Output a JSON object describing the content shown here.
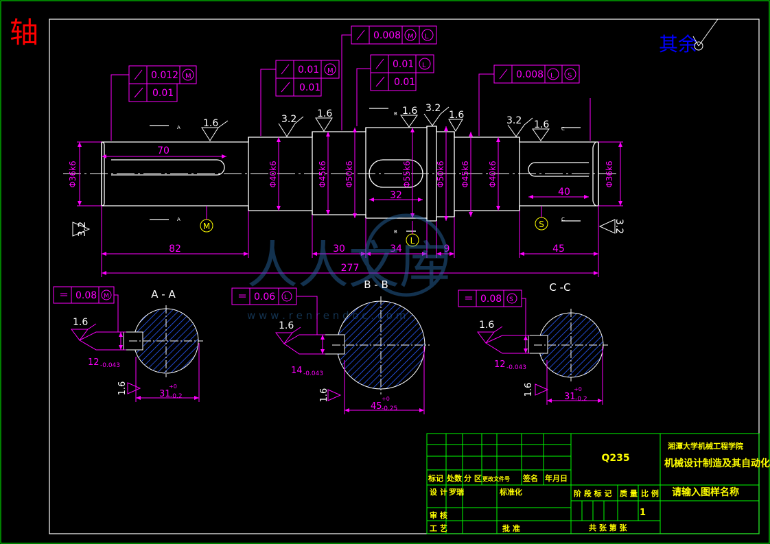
{
  "title": {
    "part_name": "轴",
    "surface_note": "其余"
  },
  "watermark": {
    "brand": "人人文库",
    "url": "w w w . r e n r e n d o c . c o m"
  },
  "colors": {
    "frame": "#00ff00",
    "shaft": "#ffffff",
    "dims": "#ff00ff",
    "center": "#ffffff",
    "hatch": "#2a5cff",
    "title": "#ff0000",
    "note": "#0000ff",
    "block_text": "#ffff00"
  },
  "feature_frames": {
    "f1": {
      "runout": "0.012",
      "runout_mod": "M",
      "cyl": "0.01"
    },
    "f2": {
      "runout": "0.01",
      "runout_mod": "M",
      "cyl": "0.01"
    },
    "f3": {
      "runout": "0.008",
      "mod1": "M",
      "mod2": "L"
    },
    "f4": {
      "runout": "0.01",
      "mod": "L",
      "cyl": "0.01"
    },
    "f5": {
      "runout": "0.008",
      "mod1": "L",
      "mod2": "S"
    }
  },
  "roughness": [
    "1.6",
    "3.2",
    "1.6",
    "1.6",
    "3.2",
    "1.6",
    "3.2",
    "1.6",
    "3.2",
    "3.2"
  ],
  "section_marks": {
    "a": "A",
    "b": "B",
    "c": "C"
  },
  "datum_marks": {
    "m": "M",
    "l": "L",
    "s": "S"
  },
  "diameters": [
    "Φ36k6",
    "Φ40k6",
    "Φ45k6",
    "Φ50k6",
    "Φ55k6",
    "Φ50k6",
    "Φ45k6",
    "Φ40k6",
    "Φ36k6"
  ],
  "lengths": {
    "key1": "70",
    "key_w": "32",
    "key3": "40",
    "l82": "82",
    "l30": "30",
    "l34": "34",
    "l9": "9",
    "l45": "45",
    "total": "277"
  },
  "sections": [
    {
      "label": "A - A",
      "sym": "0.08",
      "mod": "M",
      "ra1": "1.6",
      "ra2": "1.6",
      "key": "12",
      "key_tol": "-0.043",
      "depth": "31",
      "depth_up": "+0",
      "depth_low": "-0.2"
    },
    {
      "label": "B - B",
      "sym": "0.06",
      "mod": "L",
      "ra1": "1.6",
      "ra2": "1.6",
      "key": "14",
      "key_tol": "-0.043",
      "depth": "45",
      "depth_up": "+0",
      "depth_low": "-0.25"
    },
    {
      "label": "C -C",
      "sym": "0.08",
      "mod": "S",
      "ra1": "1.6",
      "ra2": "1.6",
      "key": "12",
      "key_tol": "-0.043",
      "depth": "31",
      "depth_up": "+0",
      "depth_low": "-0.2"
    }
  ],
  "title_block": {
    "material": "Q235",
    "school": "湘潭大学机械工程学院",
    "class_name": "机械设计制造及其自动化班",
    "drawing_name": "请输入图样名称",
    "h_mark": "标记",
    "h_count": "处数",
    "h_zone": "分 区",
    "h_change": "更改文件号",
    "h_sign": "签名",
    "h_date": "年月日",
    "h_design": "设 计",
    "designer": "罗瑞",
    "h_std": "标准化",
    "h_stage": "阶 段 标 记",
    "h_weight": "质 量",
    "h_scale": "比 例",
    "scale": "1",
    "h_review": "审 核",
    "h_process": "工 艺",
    "h_approve": "批 准",
    "sheets": "共    张  第    张"
  }
}
